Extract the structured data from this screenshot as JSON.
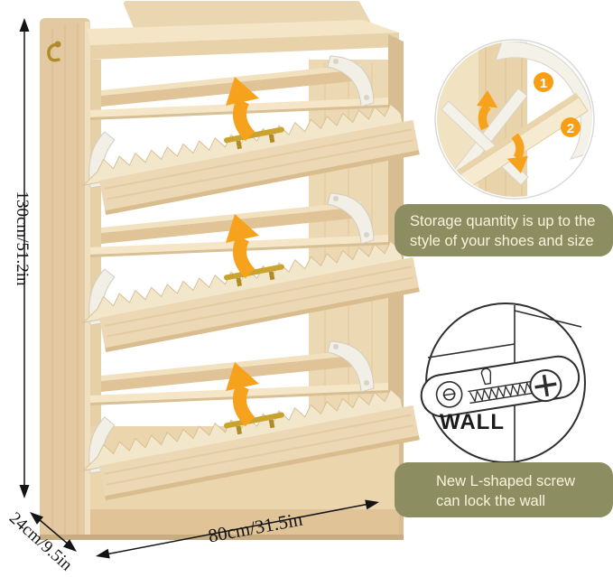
{
  "dimensions": {
    "height": "130cm/51.2in",
    "depth": "24cm/9.5in",
    "width": "80cm/31.5in"
  },
  "callouts": {
    "mechanism": {
      "badge1": "1",
      "badge2": "2"
    },
    "storage_note": {
      "line1": "Storage quantity is up to the",
      "line2": "style of your shoes and size"
    },
    "wall_mount": {
      "label": "WALL"
    },
    "wall_note": {
      "line1": "New L-shaped screw",
      "line2": "can lock the wall"
    }
  },
  "colors": {
    "accent_orange": "#F6A21C",
    "note_olive": "#8D8D62",
    "note_text_cream": "#F7F3DC",
    "wood_light": "#F2E3C4",
    "wood_mid": "#E8D2AA",
    "wood_dark": "#D8BC92",
    "handle_gold": "#C9A32E",
    "bracket_white": "#F2EFE6"
  }
}
